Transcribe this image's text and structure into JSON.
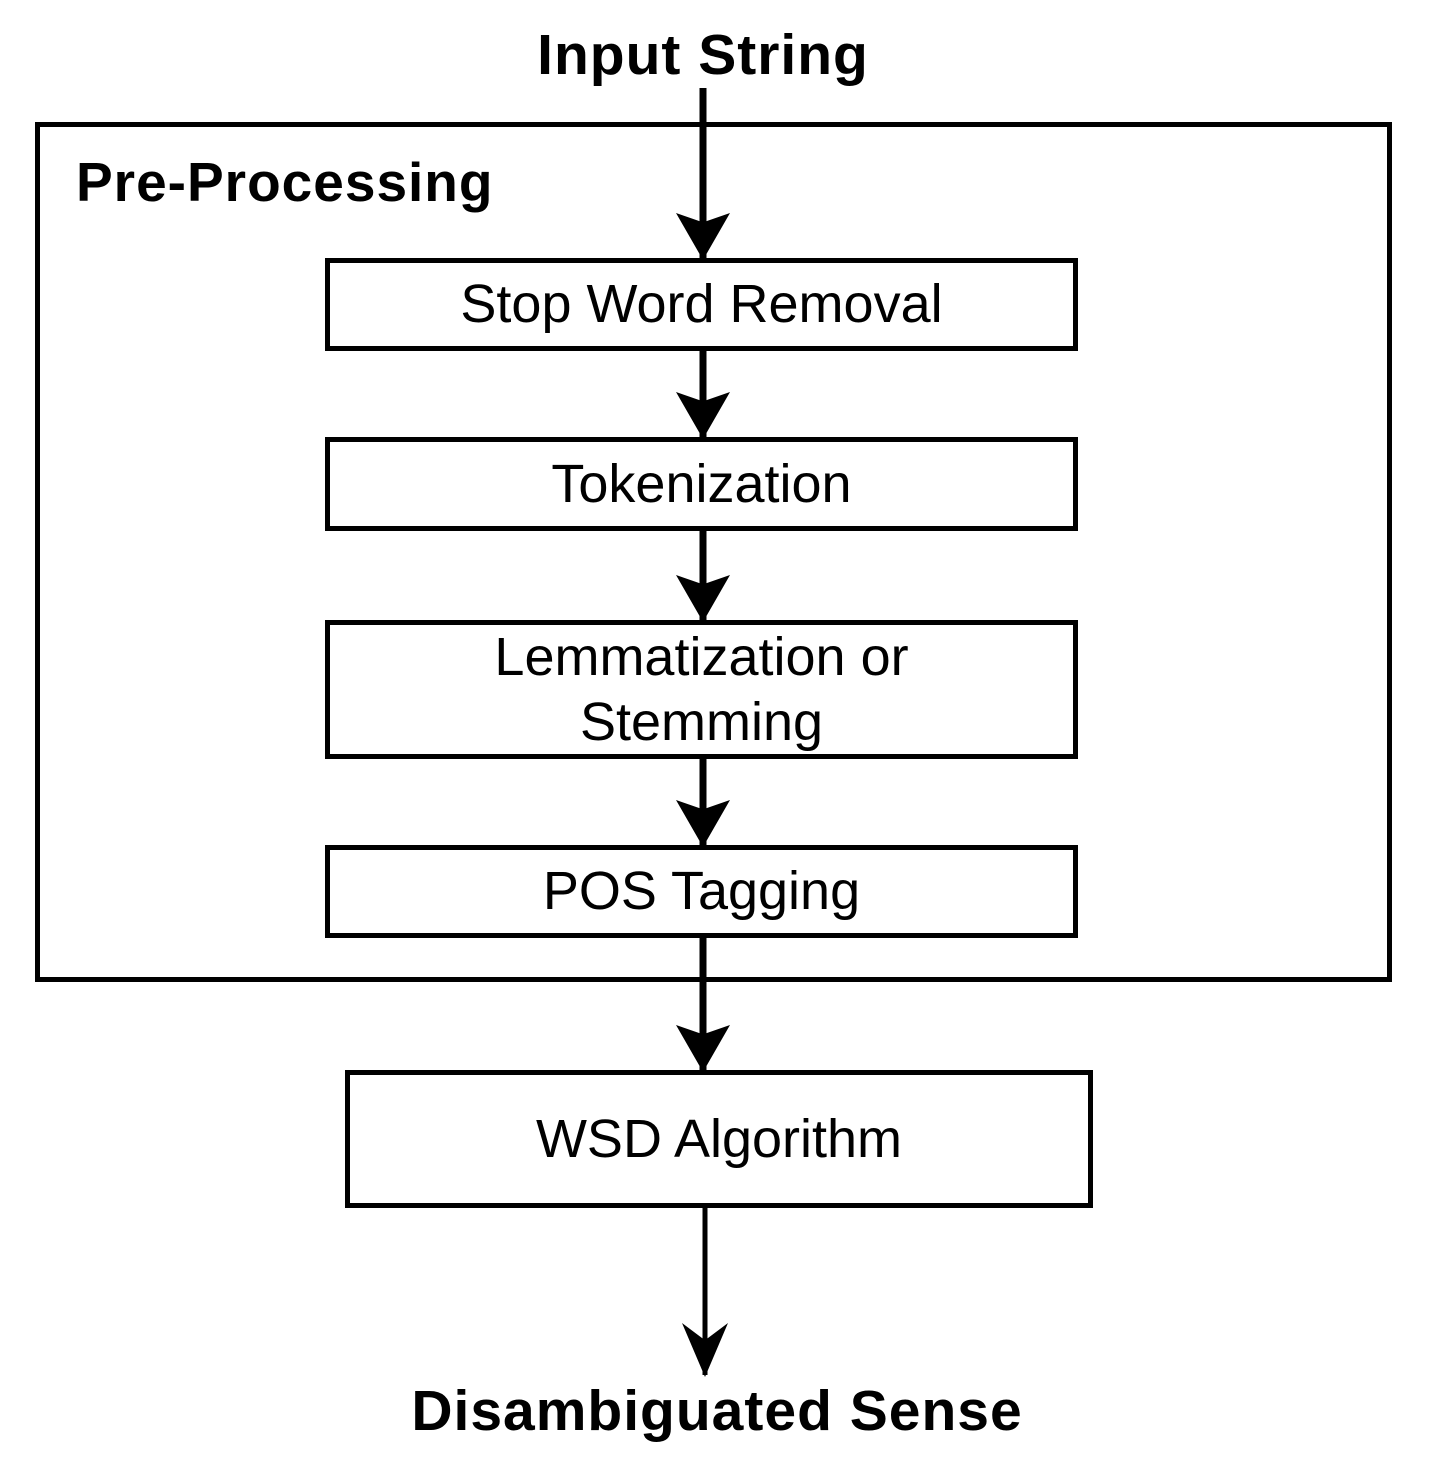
{
  "diagram": {
    "input_label": "Input String",
    "container_label": "Pre-Processing",
    "steps": [
      "Stop Word Removal",
      "Tokenization",
      "Lemmatization or Stemming",
      "POS Tagging"
    ],
    "algorithm_label": "WSD Algorithm",
    "output_label": "Disambiguated Sense",
    "colors": {
      "line": "#000000",
      "text": "#000000",
      "box_fill": "#ffffff",
      "background": "#ffffff"
    }
  }
}
